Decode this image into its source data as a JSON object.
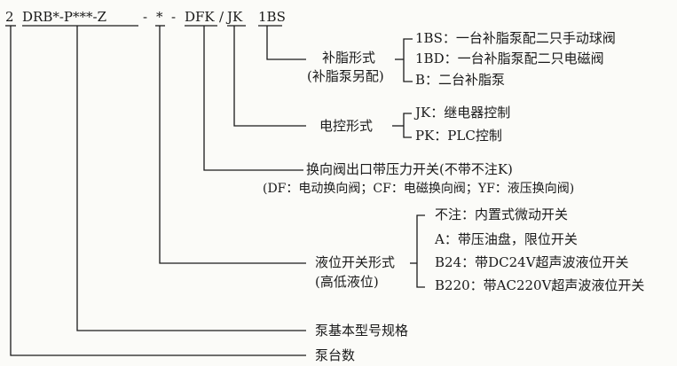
{
  "model_code": {
    "pump_count": "2",
    "base_model": "DRB*-P***-Z",
    "sep1": "-",
    "level_switch": "*",
    "sep2": "-",
    "reversing_valve": "DFK",
    "slash": "/",
    "electric_control": "JK",
    "grease_mode": "1BS"
  },
  "grease_mode": {
    "title": "补脂形式",
    "subtitle": "(补脂泵另配)",
    "options": [
      "1BS：一台补脂泵配二只手动球阀",
      "1BD：一台补脂泵配二只电磁阀",
      "B：二台补脂泵"
    ]
  },
  "electric_control": {
    "title": "电控形式",
    "options": [
      "JK：继电器控制",
      "PK：PLC控制"
    ]
  },
  "reversing_valve": {
    "title": "换向阀出口带压力开关(不带不注K)",
    "subtitle": "(DF：电动换向阀；CF：电磁换向阀；YF：液压换向阀)"
  },
  "level_switch": {
    "title": "液位开关形式",
    "subtitle": "(高低液位)",
    "options": [
      "不注：内置式微动开关",
      "A：带压油盘，限位开关",
      "B24：带DC24V超声波液位开关",
      "B220：带AC220V超声波液位开关"
    ]
  },
  "base_model": {
    "label": "泵基本型号规格"
  },
  "pump_count": {
    "label": "泵台数"
  },
  "colors": {
    "ink": "#1a1a1a",
    "background": "#fbfbf8"
  }
}
